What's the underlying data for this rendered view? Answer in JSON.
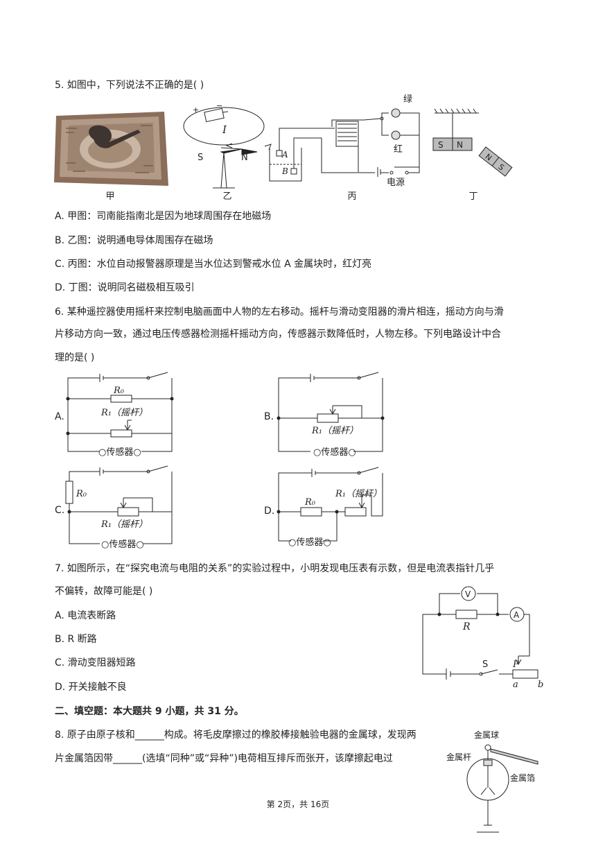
{
  "q5": {
    "stem": "5. 如图中，下列说法不正确的是(    )",
    "fig_labels": {
      "jia": "甲",
      "yi": "乙",
      "bing": "丙",
      "ding": "丁"
    },
    "yi_labels": {
      "current": "I",
      "s": "S",
      "n": "N"
    },
    "bing_labels": {
      "green": "绿",
      "red": "红",
      "power": "电源",
      "a": "A",
      "b": "B"
    },
    "ding_labels": {
      "s": "S",
      "n": "N"
    },
    "options": [
      "A. 甲图：司南能指南北是因为地球周围存在地磁场",
      "B. 乙图：说明通电导体周围存在磁场",
      "C. 丙图：水位自动报警器原理是当水位达到警戒水位 A 金属块时，红灯亮",
      "D. 丁图：说明同名磁极相互吸引"
    ]
  },
  "q6": {
    "stem_lines": [
      "6. 某种遥控器使用摇杆来控制电脑画面中人物的左右移动。摇杆与滑动变阻器的滑片相连，摇动方向与滑",
      "片移动方向一致，通过电压传感器检测摇杆摇动方向，传感器示数降低时，人物左移。下列电路设计中合",
      "理的是(    )"
    ],
    "options": [
      "A.",
      "B.",
      "C.",
      "D."
    ],
    "r0": "R₀",
    "r1": "R₁（摇杆）",
    "sensor": "○传感器○"
  },
  "q7": {
    "stem_lines": [
      "7. 如图所示，在“探究电流与电阻的关系”的实验过程中，小明发现电压表有示数，但是电流表指针几乎",
      "不偏转，故障可能是(    )"
    ],
    "options": [
      "A. 电流表断路",
      "B. R 断路",
      "C. 滑动变阻器短路",
      "D. 开关接触不良"
    ],
    "fig": {
      "v": "V",
      "a_meter": "A",
      "r": "R",
      "s": "S",
      "p": "P",
      "a": "a",
      "b": "b"
    }
  },
  "section2": "二、填空题：本大题共 9 小题，共 31 分。",
  "q8": {
    "stem_lines": [
      "8. 原子由原子核和______构成。将毛皮摩擦过的橡胶棒接触验电器的金属球，发现两",
      "片金属箔因带______(选填“同种”或“异种”)电荷相互排斥而张开，该摩擦起电过"
    ],
    "fig": {
      "ball": "金属球",
      "rod": "金属杆",
      "foil": "金属箔"
    }
  },
  "footer": "第 2页，共 16页"
}
